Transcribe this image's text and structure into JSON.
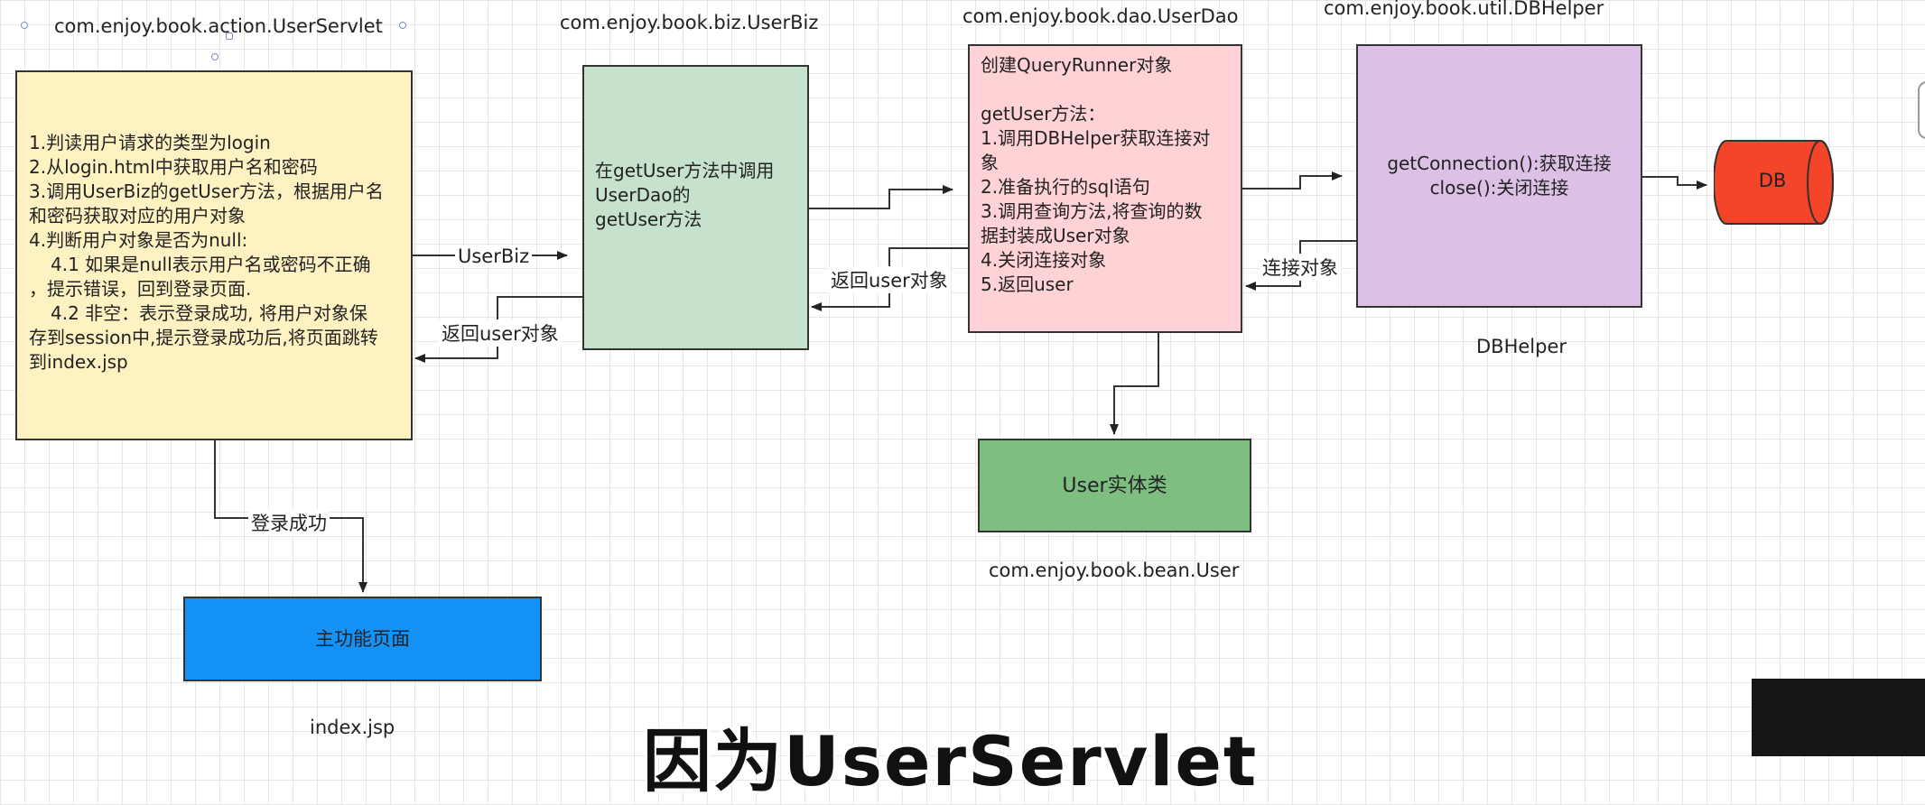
{
  "labels": {
    "servlet_class": "com.enjoy.book.action.UserServlet",
    "biz_class": "com.enjoy.book.biz.UserBiz",
    "dao_class": "com.enjoy.book.dao.UserDao",
    "util_class": "com.enjoy.book.util.DBHelper",
    "dbhelper_caption": "DBHelper",
    "bean_class": "com.enjoy.book.bean.User",
    "index_caption": "index.jsp"
  },
  "servlet_box": {
    "lines": [
      "1.判读用户请求的类型为login",
      "2.从login.html中获取用户名和密码",
      "3.调用UserBiz的getUser方法，根据用户名",
      "和密码获取对应的用户对象",
      "4.判断用户对象是否为null:",
      "4.1 如果是null表示用户名或密码不正确",
      "，提示错误，回到登录页面.",
      "4.2 非空：表示登录成功, 将用户对象保",
      "存到session中,提示登录成功后,将页面跳转",
      "到index.jsp"
    ]
  },
  "biz_box": {
    "lines": [
      "在getUser方法中调用",
      "UserDao的",
      "getUser方法"
    ]
  },
  "dao_box": {
    "lines": [
      "创建QueryRunner对象",
      "",
      "getUser方法：",
      "1.调用DBHelper获取连接对",
      "象",
      "2.准备执行的sql语句",
      "3.调用查询方法,将查询的数",
      "据封装成User对象",
      "4.关闭连接对象",
      "5.返回user"
    ]
  },
  "dbhelper_box": {
    "lines": [
      "getConnection():获取连接",
      "close():关闭连接"
    ]
  },
  "db_label": "DB",
  "user_box_label": "User实体类",
  "main_box_label": "主功能页面",
  "edge_labels": {
    "to_biz": "UserBiz",
    "return_to_servlet": "返回user对象",
    "return_to_biz": "返回user对象",
    "conn_obj": "连接对象",
    "login_success": "登录成功"
  },
  "caption": "因为UserServlet",
  "colors": {
    "servlet_fill": "#fff2c2",
    "biz_fill": "#c7e2cc",
    "dao_fill": "#ffd2d6",
    "dbhelper_fill": "#ddc0e6",
    "user_fill": "#7fbe81",
    "main_fill": "#1592f5",
    "db_fill": "#f4442a"
  }
}
